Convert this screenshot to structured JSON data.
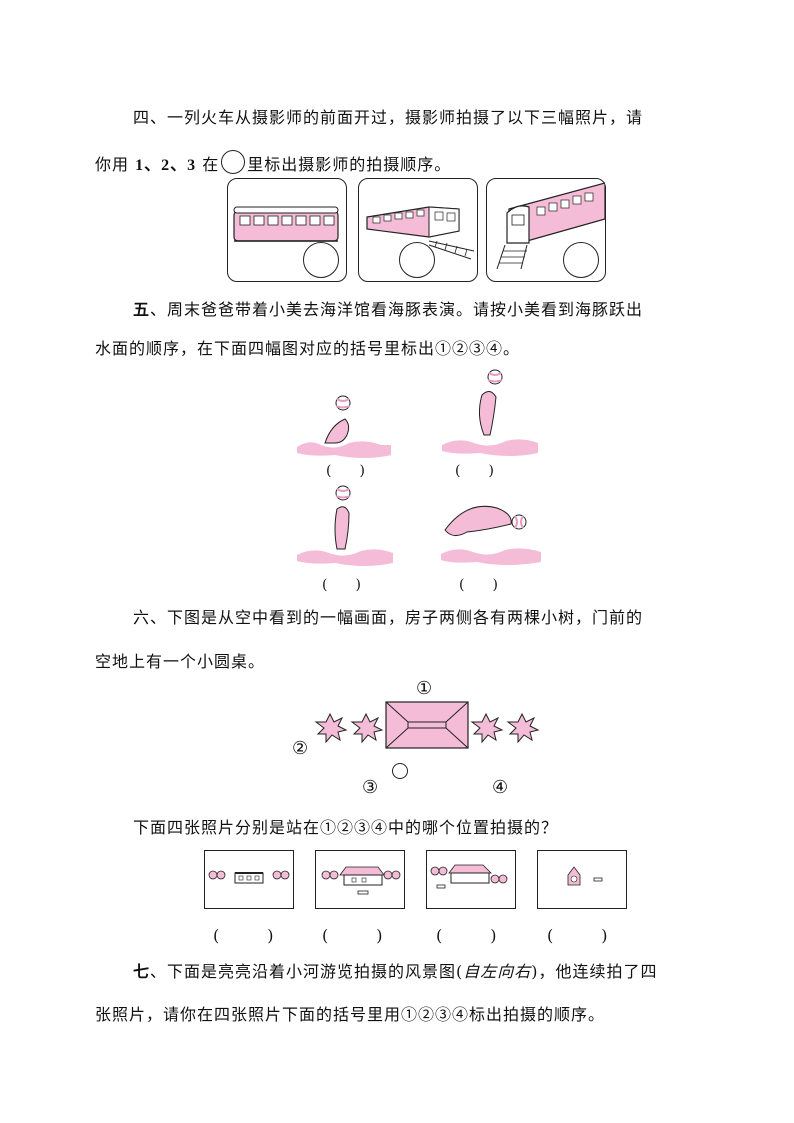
{
  "q4": {
    "line1": "四、一列火车从摄影师的前面开过，摄影师拍摄了以下三幅照片，请",
    "line2_a": "你用",
    "line2_nums": "1、2、3",
    "line2_b": "在",
    "line2_c": "里标出摄影师的拍摄顺序。"
  },
  "q5": {
    "label": "五",
    "line1": "、周末爸爸带着小美去海洋馆看海豚表演。请按小美看到海豚跃出",
    "line2": "水面的顺序，在下面四幅图对应的括号里标出①②③④。",
    "parens": [
      "(　　)",
      "(　　)",
      "(　　)",
      "(　　)"
    ]
  },
  "q6": {
    "line1": "六、下图是从空中看到的一幅画面，房子两侧各有两棵小树，门前的",
    "line2": "空地上有一个小圆桌。",
    "pos": [
      "①",
      "②",
      "③",
      "④"
    ],
    "question": "下面四张照片分别是站在①②③④中的哪个位置拍摄的？",
    "parens": [
      "(　　　)",
      "(　　　)",
      "(　　　)",
      "(　　　)"
    ]
  },
  "q7": {
    "label": "七",
    "line1a": "、下面是亮亮沿着小河游览拍摄的风景图(",
    "line1b": "自左向右",
    "line1c": ")，他连续拍了四",
    "line2": "张照片，请你在四张照片下面的括号里用①②③④标出拍摄的顺序。"
  },
  "colors": {
    "pink": "#f4bcd6",
    "pink_dark": "#e79cc1",
    "ink": "#222222"
  }
}
